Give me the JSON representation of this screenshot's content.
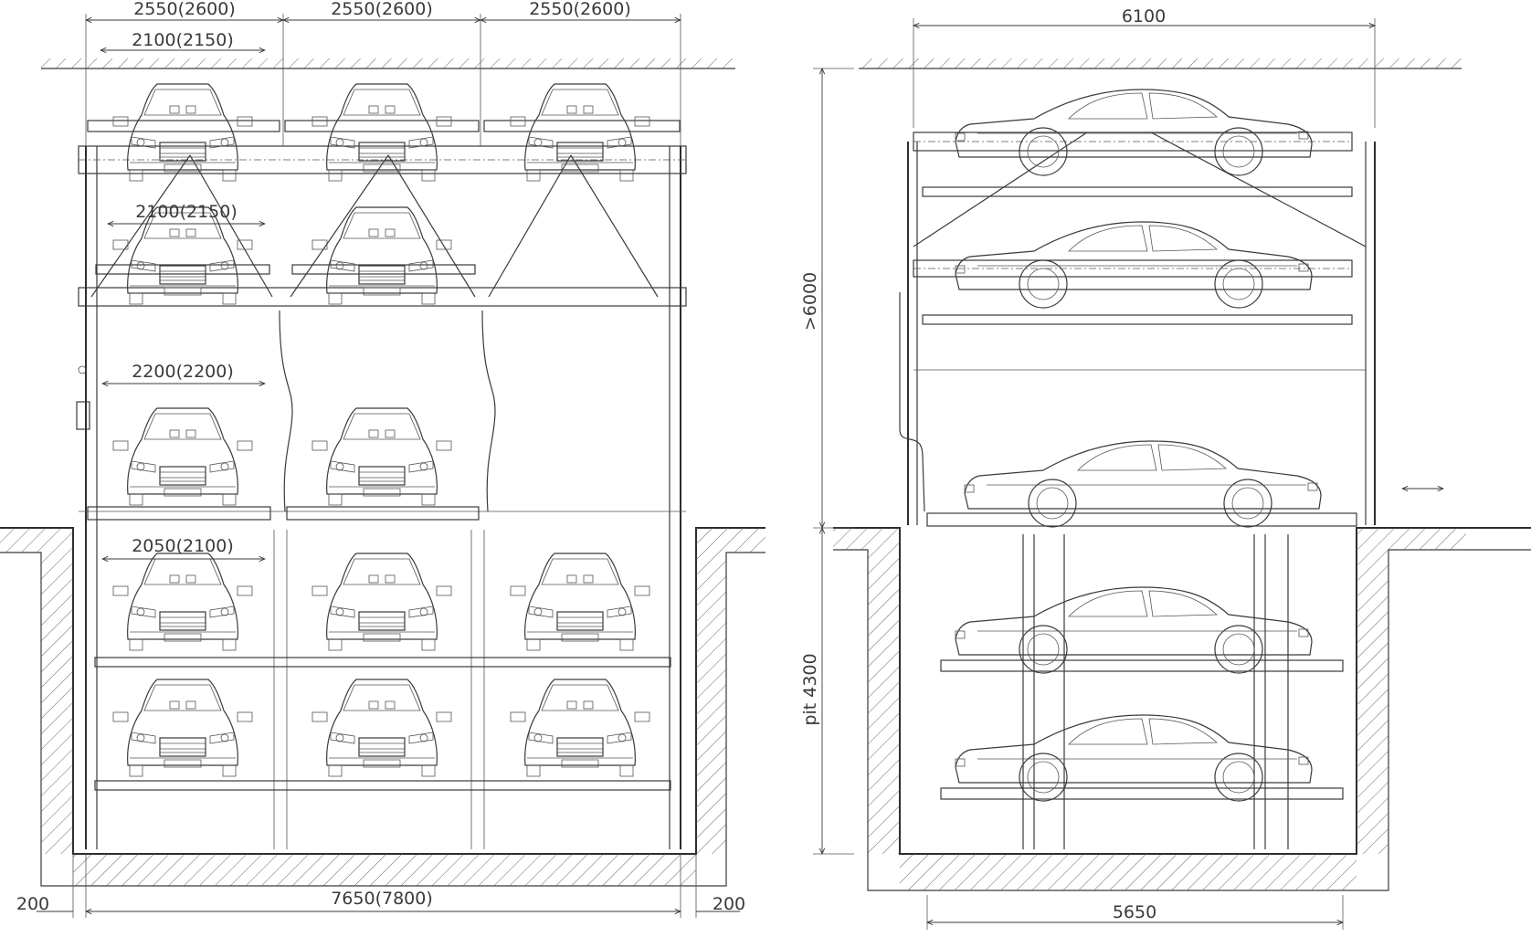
{
  "front_view": {
    "dims_top": [
      "2550(2600)",
      "2550(2600)",
      "2550(2600)"
    ],
    "dim_inner_top": "2100(2150)",
    "dim_inner_mid": "2100(2150)",
    "dim_ground": "2200(2200)",
    "dim_pit": "2050(2100)",
    "dim_total": "7650(7800)",
    "dim_left_margin": "200",
    "dim_right_margin": "200"
  },
  "side_view": {
    "dim_top": "6100",
    "dim_height": ">6000",
    "dim_pit": "pit 4300",
    "dim_bottom": "5650"
  },
  "colors": {
    "line": "#3a3a3a",
    "background": "#ffffff"
  }
}
